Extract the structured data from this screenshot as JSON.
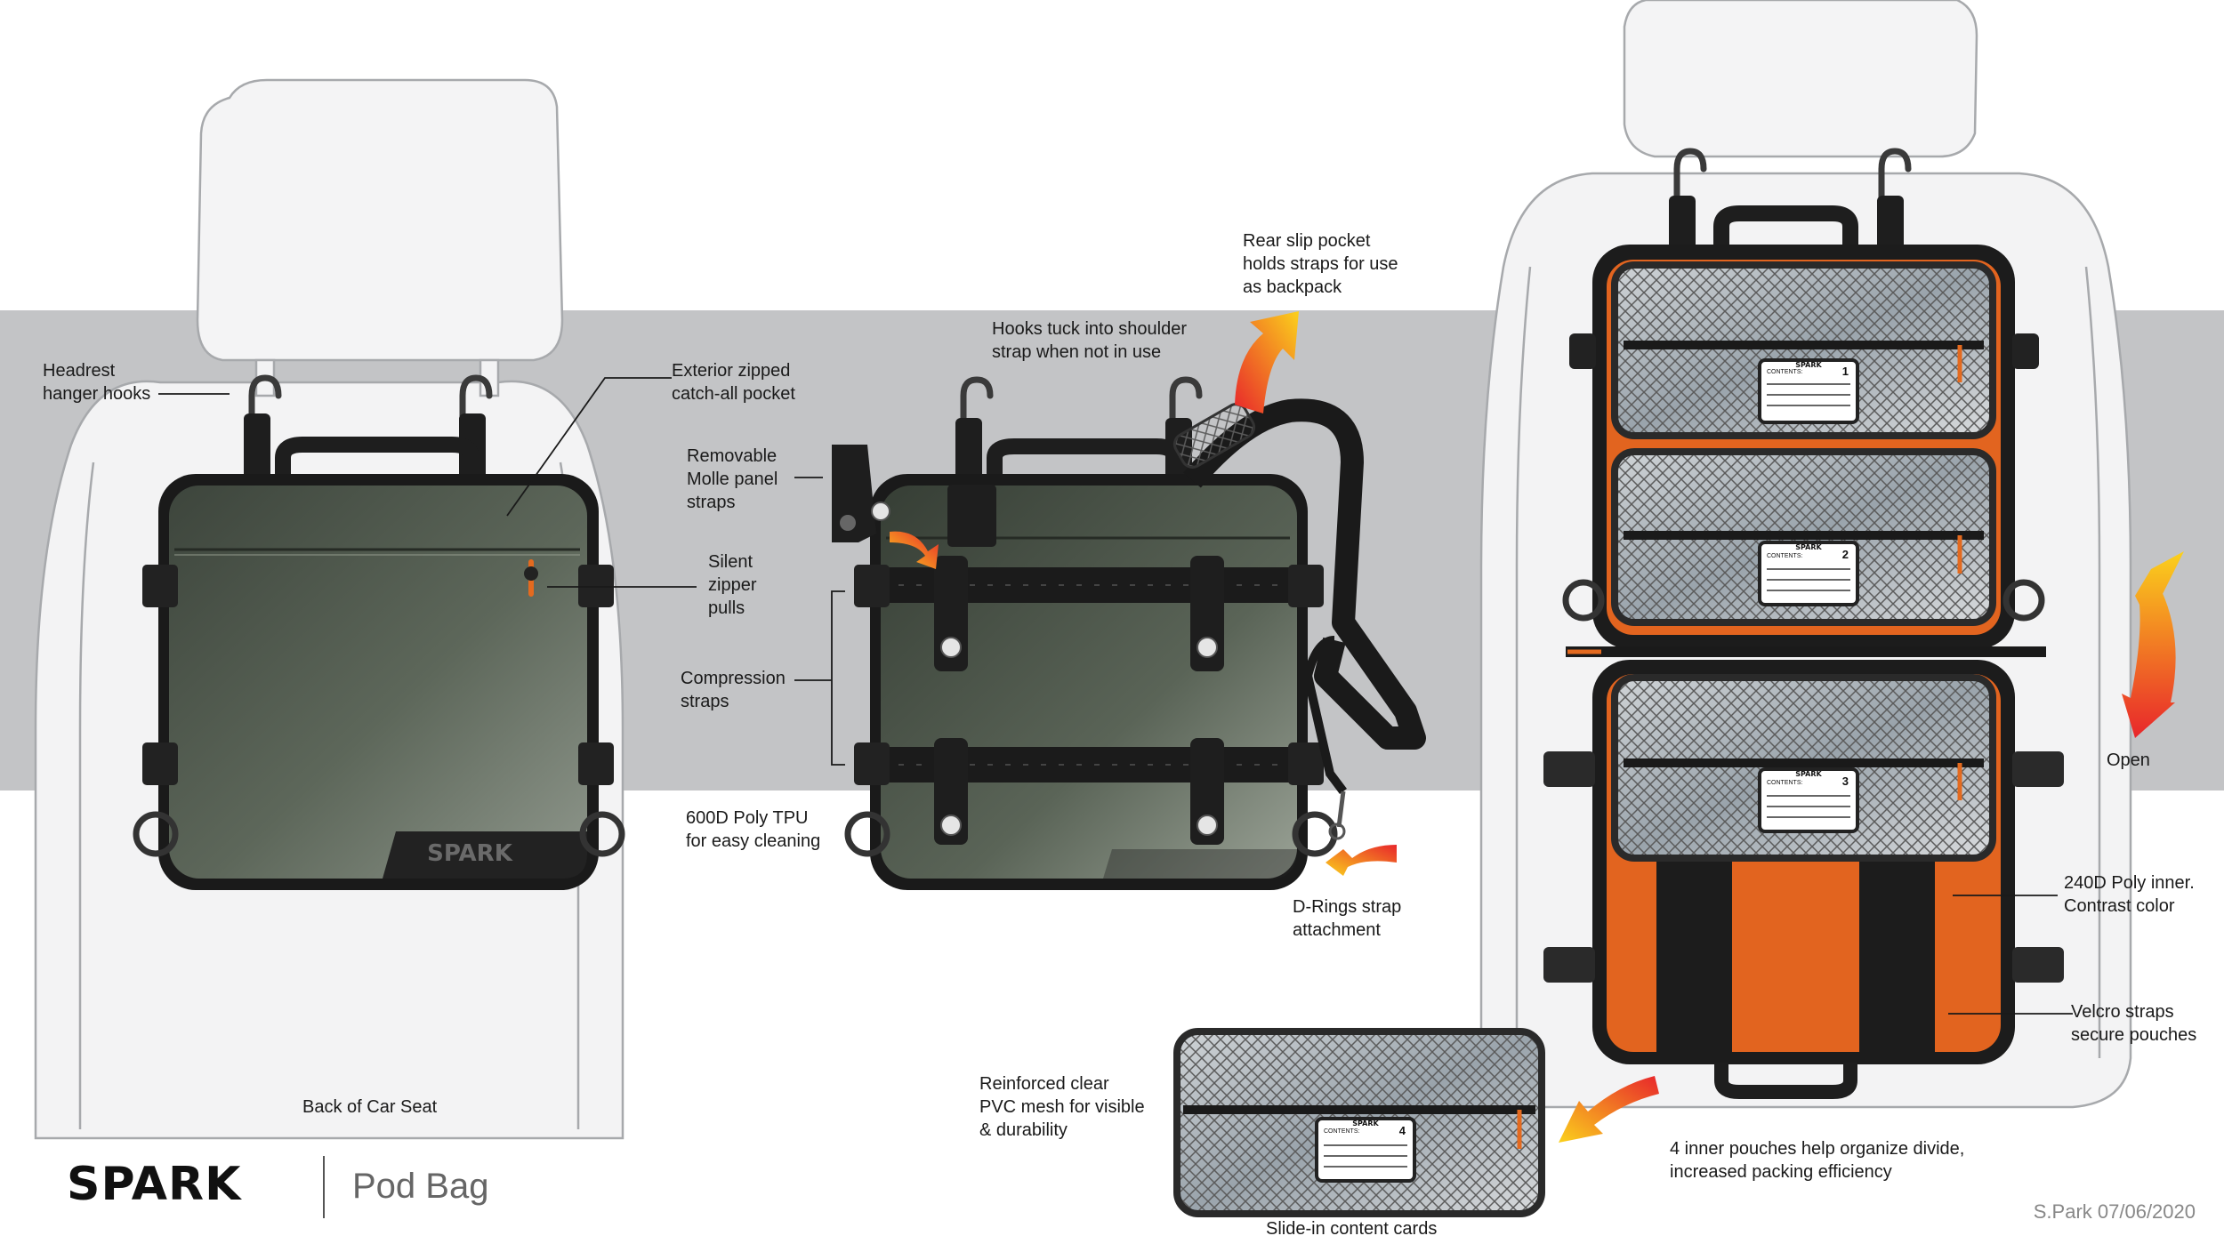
{
  "footer": {
    "brand": "SPARK",
    "product": "Pod Bag",
    "signature": "S.Park 07/06/2020"
  },
  "bag_logo": "SPARK",
  "callouts": {
    "headrest_hooks": [
      "Headrest",
      "hanger hooks"
    ],
    "exterior_pocket": [
      "Exterior zipped",
      "catch-all pocket"
    ],
    "molle_straps": [
      "Removable",
      "Molle panel",
      "straps"
    ],
    "zipper_pulls": [
      "Silent",
      "zipper",
      "pulls"
    ],
    "compression_straps": [
      "Compression",
      "straps"
    ],
    "tpu": [
      "600D Poly TPU",
      "for easy cleaning"
    ],
    "hooks_tuck": [
      "Hooks tuck into shoulder",
      "strap when not in use"
    ],
    "rear_pocket": [
      "Rear slip pocket",
      "holds straps for use",
      "as backpack"
    ],
    "d_rings": [
      "D-Rings strap",
      "attachment"
    ],
    "open": [
      "Open"
    ],
    "inner_poly": [
      "240D Poly inner.",
      "Contrast color"
    ],
    "velcro": [
      "Velcro straps",
      "secure pouches"
    ],
    "pouches": [
      "4 inner pouches help organize divide,",
      "increased packing efficiency"
    ],
    "pvc_mesh": [
      "Reinforced clear",
      "PVC mesh for visible",
      "& durability"
    ],
    "content_cards": [
      "Slide-in content cards"
    ],
    "car_seat": [
      "Back of Car Seat"
    ]
  },
  "content_cards": [
    {
      "label": "CONTENTS:",
      "brand": "SPARK",
      "number": "1"
    },
    {
      "label": "CONTENTS:",
      "brand": "SPARK",
      "number": "2"
    },
    {
      "label": "CONTENTS:",
      "brand": "SPARK",
      "number": "3"
    },
    {
      "label": "CONTENTS:",
      "brand": "SPARK",
      "number": "4"
    }
  ],
  "colors": {
    "band_gray": "#c3c4c6",
    "bag_olive": "#566054",
    "inner_orange": "#e2641f",
    "frame_black": "#1c1c1c"
  }
}
